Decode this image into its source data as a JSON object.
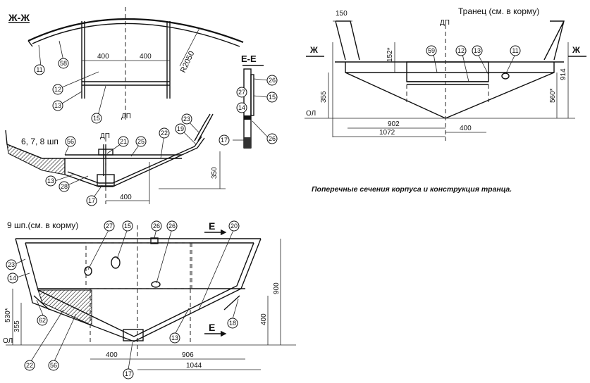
{
  "titles": {
    "section_zh": "Ж-Ж",
    "frames_678": "6, 7, 8 шп",
    "frame_9": "9 шп.(см. в корму)",
    "transom": "Транец (см. в корму)",
    "section_ee": "Е-Е",
    "caption": "Поперечные сечения корпуса и конструкция транца."
  },
  "labels": {
    "dp": "ДП",
    "ol": "ОЛ",
    "zh": "Ж",
    "e": "Е",
    "radius": "R2050"
  },
  "dims": {
    "d400": "400",
    "d350": "350",
    "d150": "150",
    "d152": "152*",
    "d355": "355",
    "d914": "914",
    "d560": "560*",
    "d902": "902",
    "d1072": "1072",
    "d900": "900",
    "d530": "530*",
    "d906": "906",
    "d1044": "1044"
  },
  "tags": {
    "n11": "11",
    "n12": "12",
    "n13": "13",
    "n14": "14",
    "n15": "15",
    "n17": "17",
    "n18": "18",
    "n19": "19",
    "n20": "20",
    "n21": "21",
    "n22": "22",
    "n23": "23",
    "n25": "25",
    "n26": "26",
    "n27": "27",
    "n28": "28",
    "n56": "56",
    "n58": "58",
    "n59": "59",
    "n62": "62"
  }
}
